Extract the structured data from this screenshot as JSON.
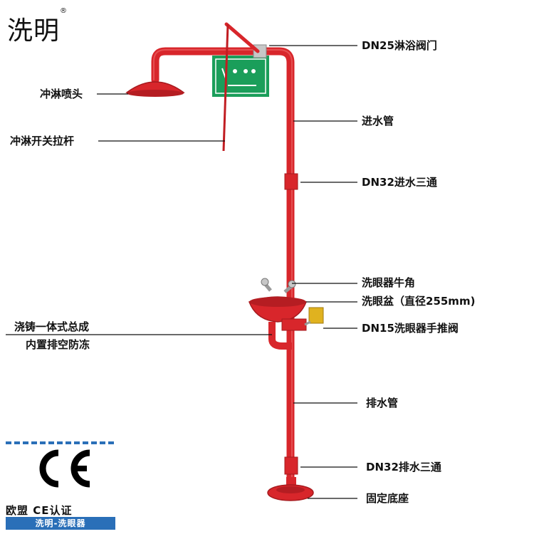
{
  "brand": {
    "name": "洗明",
    "mark": "®"
  },
  "labels": {
    "shower_valve": "DN25淋浴阀门",
    "shower_head": "冲淋喷头",
    "inlet_pipe": "进水管",
    "pull_rod": "冲淋开关拉杆",
    "inlet_tee": "DN32进水三通",
    "eyewash_horn": "洗眼器牛角",
    "eyewash_bowl": "洗眼盆（直径255mm)",
    "casting_line1": "浇铸一体式总成",
    "casting_line2": "内置排空防冻",
    "push_valve": "DN15洗眼器手推阀",
    "drain_pipe": "排水管",
    "drain_tee": "DN32排水三通",
    "base": "固定底座"
  },
  "certification": {
    "mark": "CE",
    "text": "欧盟 CE认证",
    "banner": "洗明-洗眼器"
  },
  "colors": {
    "pipe": "#d8262b",
    "pipe_dark": "#a51a1e",
    "sign": "#1a9e5a",
    "label_tag": "#e0b21f",
    "ce_blue": "#2a6fb8"
  }
}
